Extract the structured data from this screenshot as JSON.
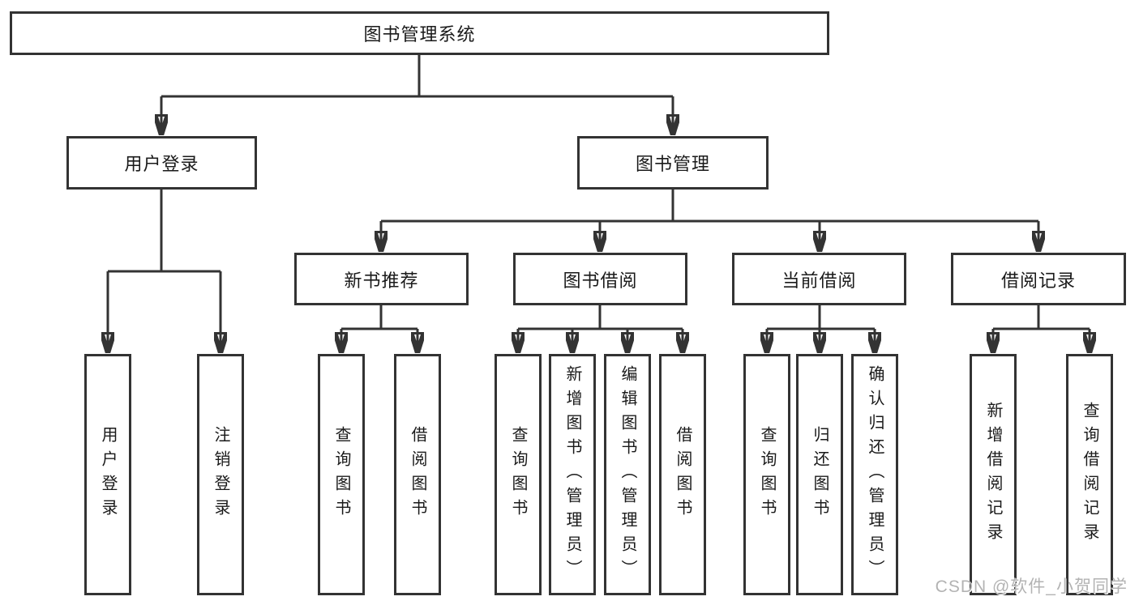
{
  "colors": {
    "background": "#ffffff",
    "line": "#333333",
    "box_border": "#333333",
    "text": "#1a1a1a",
    "watermark": "#b3b3b3"
  },
  "diagram": {
    "root": {
      "label": "图书管理系统"
    },
    "branches": [
      {
        "label": "用户登录",
        "children": [
          {
            "label": "用户登录"
          },
          {
            "label": "注销登录"
          }
        ]
      },
      {
        "label": "图书管理",
        "sections": [
          {
            "label": "新书推荐",
            "children": [
              {
                "label": "查询图书"
              },
              {
                "label": "借阅图书"
              }
            ]
          },
          {
            "label": "图书借阅",
            "children": [
              {
                "label": "查询图书"
              },
              {
                "label": "新增图书（管理员）"
              },
              {
                "label": "编辑图书（管理员）"
              },
              {
                "label": "借阅图书"
              }
            ]
          },
          {
            "label": "当前借阅",
            "children": [
              {
                "label": "查询图书"
              },
              {
                "label": "归还图书"
              },
              {
                "label": "确认归还（管理员）"
              }
            ]
          },
          {
            "label": "借阅记录",
            "children": [
              {
                "label": "新增借阅记录"
              },
              {
                "label": "查询借阅记录"
              }
            ]
          }
        ]
      }
    ]
  },
  "watermark": {
    "text": "CSDN @软件_小贺同学"
  }
}
